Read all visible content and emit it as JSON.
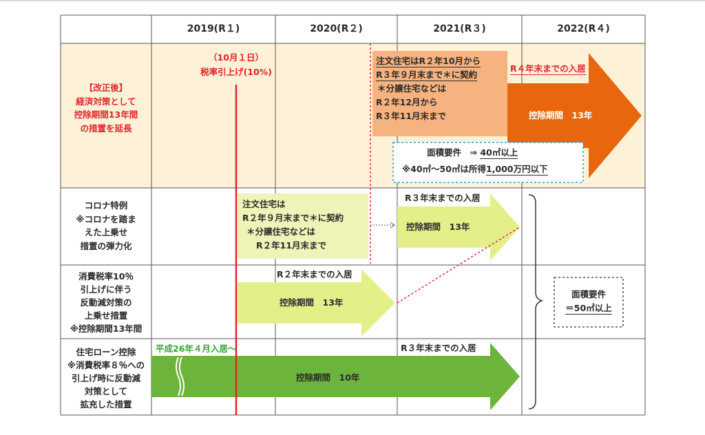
{
  "header": {
    "col1": "2019(R１)",
    "col2": "2020(R２)",
    "col3": "2021(R３)",
    "col4": "2022(R４)"
  },
  "row_labels": {
    "revised": [
      "【改正後】",
      "経済対策として",
      "控除期間13年間",
      "の措置を延長"
    ],
    "corona": [
      "コロナ特例",
      "※コロナを踏ま",
      "えた上乗せ",
      "措置の弾力化"
    ],
    "tax10": [
      "消費税率10％",
      "引上げに伴う",
      "反動減対策の",
      "上乗せ措置",
      "※控除期間13年間"
    ],
    "loan": [
      "住宅ローン控除",
      "※消費税率８％への",
      "引上げ時に反動減",
      "対策として",
      "拡充した措置"
    ]
  },
  "tax_raise": {
    "date": "（10月１日）",
    "label": "税率引上げ(10%)"
  },
  "revised_box": {
    "line1": "注文住宅はR２年10月から",
    "line2": "R３年９月末まで＊に契約",
    "line3": "＊分譲住宅などは",
    "line4": "R２年12月から",
    "line5": "R３年11月末まで"
  },
  "revised_arrow": {
    "top_label": "R４年末までの入居",
    "label": "控除期間　13年"
  },
  "area_box": {
    "line1_a": "面積要件　⇒ ",
    "line1_b": "40㎡以上",
    "line2_a": "※40㎡～50㎡は所得",
    "line2_b": "1,000万円以下"
  },
  "corona_box": {
    "line1": "注文住宅は",
    "line2": "R２年９月末まで＊に契約",
    "line3": "＊分譲住宅などは",
    "line4": "R２年11月末まで"
  },
  "corona_arrow": {
    "top_label": "R３年末までの入居",
    "label": "控除期間　13年"
  },
  "tax10_arrow": {
    "top_label": "R２年末までの入居",
    "label": "控除期間　13年"
  },
  "loan_arrow": {
    "start_label": "平成26年４月入居～",
    "top_label": "R３年末までの入居",
    "label": "控除期間　10年"
  },
  "area_req_box": {
    "line1": "面積要件",
    "line2": "＝50㎡以上"
  },
  "colors": {
    "revised_bg": "#fdf1d8",
    "orange_arrow": "#e8670e",
    "orange_box": "#f6b37f",
    "lime_arrow": "#e5ef8a",
    "lime_box": "#eef4b8",
    "green_arrow": "#6db43d",
    "red_line": "#e0262b",
    "dashed_blue": "#27a3dc"
  }
}
